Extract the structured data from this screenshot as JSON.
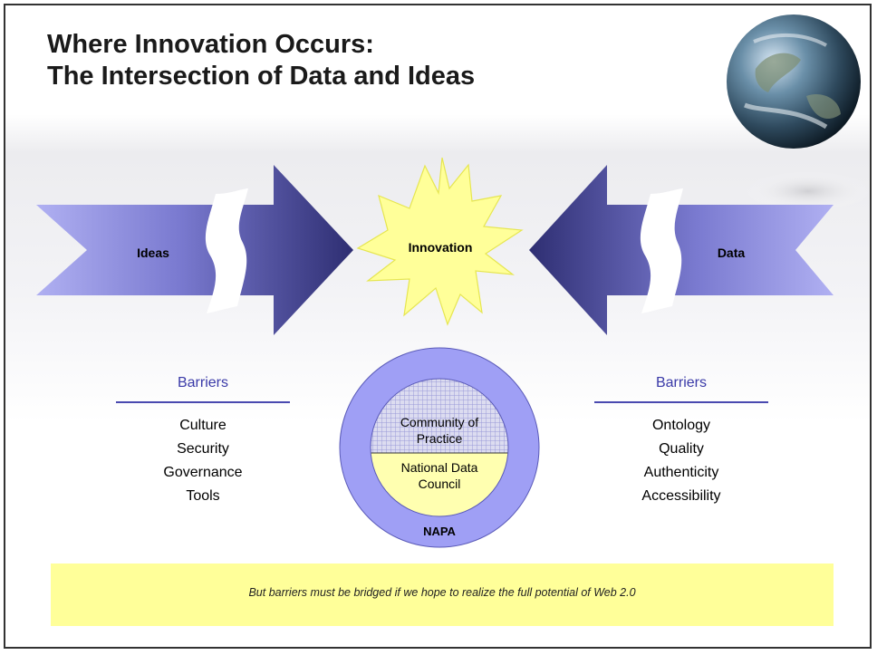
{
  "title": {
    "line1": "Where Innovation Occurs:",
    "line2": "The Intersection of Data and Ideas"
  },
  "arrows": {
    "left_label": "Ideas",
    "right_label": "Data",
    "center_label": "Innovation"
  },
  "left_barriers": {
    "heading": "Barriers",
    "items": [
      "Culture",
      "Security",
      "Governance",
      "Tools"
    ]
  },
  "right_barriers": {
    "heading": "Barriers",
    "items": [
      "Ontology",
      "Quality",
      "Authenticity",
      "Accessibility"
    ]
  },
  "circle": {
    "upper_label": "Community of Practice",
    "lower_label": "National Data Council",
    "outer_label": "NAPA"
  },
  "banner": {
    "text": "But barriers must be bridged if we hope to realize the full potential of Web 2.0"
  },
  "colors": {
    "arrow_light": "#a6a6ee",
    "arrow_dark": "#35357a",
    "star_fill": "#ffff99",
    "circle_outer": "#9f9ff5",
    "circle_upper": "#d9d9ee",
    "circle_lower": "#ffffb0",
    "banner": "#ffff99"
  }
}
